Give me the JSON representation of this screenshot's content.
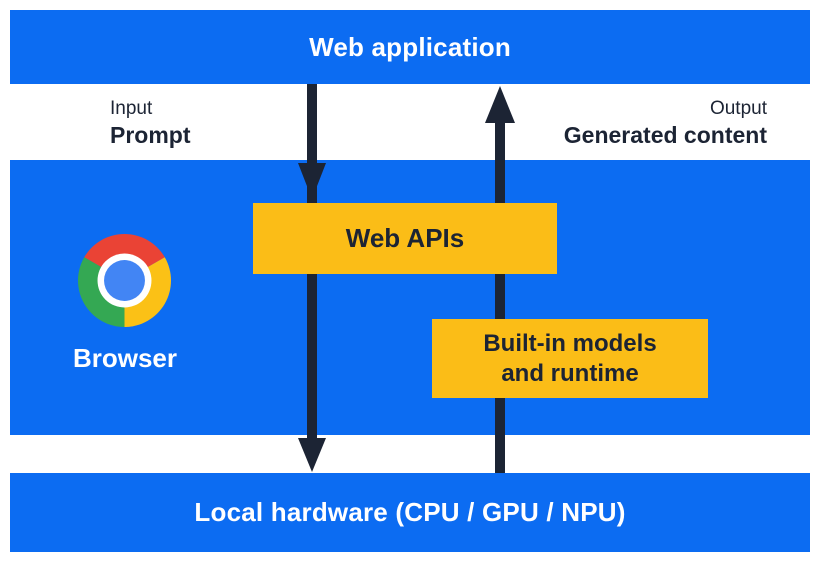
{
  "colors": {
    "blue": "#0c6cf2",
    "yellow": "#fbbd17",
    "dark": "#1c2434",
    "white": "#ffffff",
    "chrome_red": "#ea4335",
    "chrome_yellow": "#fbc116",
    "chrome_green": "#34a853",
    "chrome_blue": "#4285f4"
  },
  "top_bar": {
    "label": "Web application"
  },
  "io_labels": {
    "input_title": "Input",
    "input_value": "Prompt",
    "output_title": "Output",
    "output_value": "Generated content"
  },
  "browser": {
    "label": "Browser",
    "icon": "chrome-logo"
  },
  "boxes": {
    "web_apis": {
      "label": "Web APIs"
    },
    "builtin": {
      "line1": "Built-in models",
      "line2": "and runtime"
    }
  },
  "arrows": {
    "input_flow": "down",
    "output_flow": "up"
  },
  "bottom_bar": {
    "label": "Local hardware (CPU / GPU / NPU)"
  }
}
